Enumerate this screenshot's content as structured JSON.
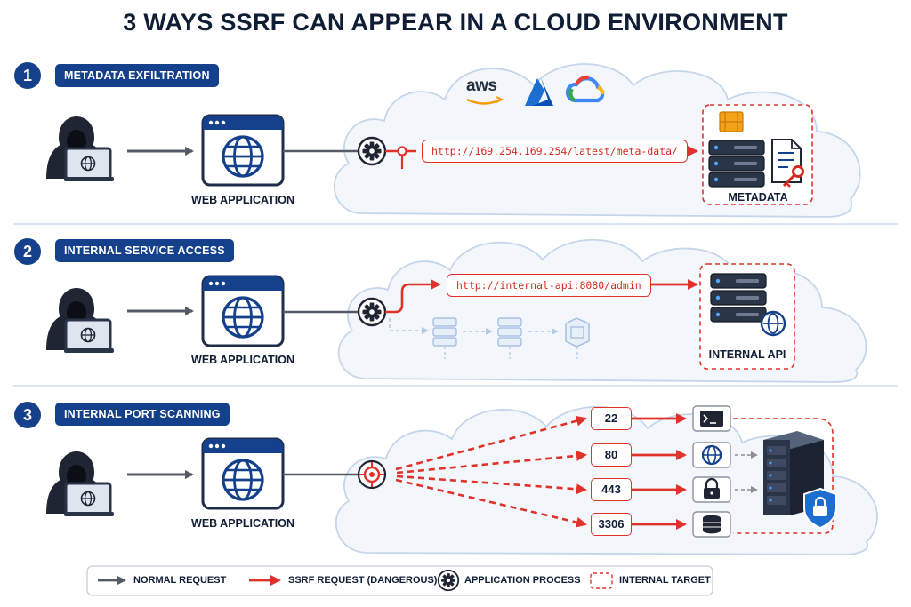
{
  "title": "3 WAYS SSRF CAN APPEAR IN A CLOUD ENVIRONMENT",
  "sections": [
    {
      "number": "1",
      "label": "METADATA EXFILTRATION",
      "app_label": "WEB APPLICATION",
      "url": "http://169.254.169.254/latest/meta-data/",
      "target_label": "METADATA",
      "cloud_providers": [
        "aws",
        "azure",
        "google-cloud"
      ]
    },
    {
      "number": "2",
      "label": "INTERNAL SERVICE ACCESS",
      "app_label": "WEB APPLICATION",
      "url": "http://internal-api:8080/admin",
      "target_label": "INTERNAL API"
    },
    {
      "number": "3",
      "label": "INTERNAL PORT SCANNING",
      "app_label": "WEB APPLICATION",
      "ports": [
        {
          "port": "22",
          "icon": "terminal-icon"
        },
        {
          "port": "80",
          "icon": "globe-icon"
        },
        {
          "port": "443",
          "icon": "lock-icon"
        },
        {
          "port": "3306",
          "icon": "database-icon"
        }
      ]
    }
  ],
  "providers": {
    "aws": "aws"
  },
  "legend": {
    "normal": "NORMAL REQUEST",
    "ssrf": "SSRF REQUEST (DANGEROUS)",
    "process": "APPLICATION PROCESS",
    "target": "INTERNAL TARGET"
  },
  "colors": {
    "navy": "#15408b",
    "dark": "#0f1d35",
    "danger": "#e0322b",
    "cloud_fill": "#f3f7fc",
    "cloud_stroke": "#c5d6ea",
    "grey_arrow": "#555b66"
  }
}
